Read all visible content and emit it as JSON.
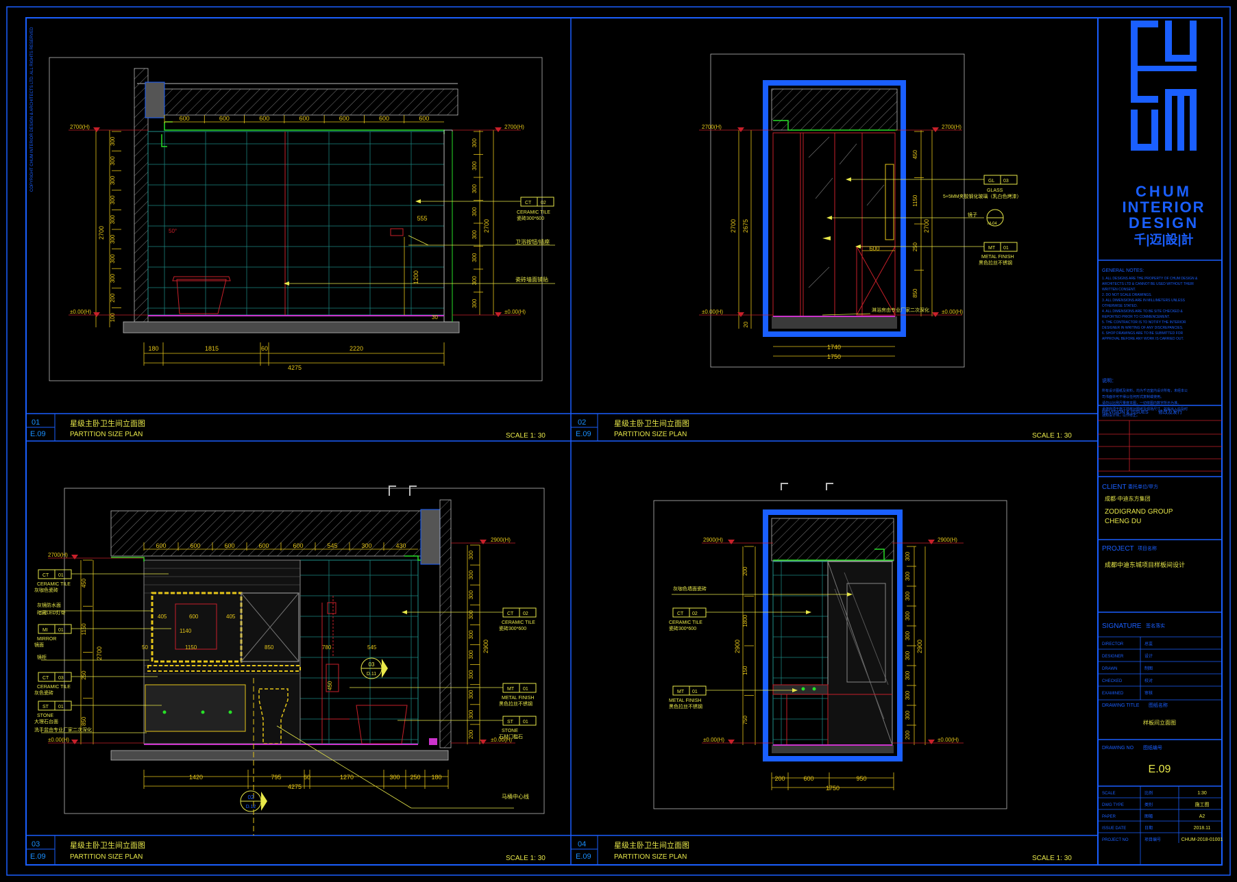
{
  "colors": {
    "frame": "#1a5fff",
    "dim": "#e6c619",
    "label": "#e8e84a",
    "hatch": "#8a8a8a",
    "tile": "#1f8f8a",
    "green": "#28e028",
    "red": "#c8202a",
    "magenta": "#cc33cc",
    "white": "#ffffff",
    "brand": "#1a5fff"
  },
  "copyright": "COPYRIGHT CHUM INTERIOR DESIGN & ARCHITECTS LTD. ALL RIGHTS RESERVED",
  "brand": {
    "logo_text": "CHUM",
    "line1": "CHUM",
    "line2": "INTERIOR",
    "line3": "DESIGN",
    "cn": "千|迈|設|計"
  },
  "notes": {
    "title": "GENERAL NOTES:",
    "lines": [
      "1. ALL DESIGNS ARE THE PROPERTY OF CHUM DESIGN &",
      "   ARCHITECTS LTD & CANNOT BE USED WITHOUT THEIR",
      "   WRITTEN CONSENT.",
      "2. DO NOT SCALE DRAWINGS.",
      "3. ALL DIMENSIONS ARE IN MILLIMETERS UNLESS",
      "   OTHERWISE STATED.",
      "4. ALL DIMENSIONS ARE TO BE SITE CHECKED &",
      "   REPORTED PRIOR TO COMMENCEMENT.",
      "5. THE CONTRACTOR IS TO NOTIFY THE INTERIOR",
      "   DESIGNER IN WRITING OF ANY DISCREPANCIES.",
      "6. SHOP DRAWINGS ARE TO BE SUBMITTED FOR",
      "   APPROVAL BEFORE ANY WORK IS CARRIED OUT."
    ],
    "cn_title": "说明：",
    "cn_lines": [
      "所有设计图纸及资料，均为千迈室内设计所有，未经本公",
      "司书面许可不得以任何形式复制或使用。",
      "请勿以比例尺量度本图，一切依图内数字所示为准。",
      "承建商须于施工前核对图纸及现场尺寸，如有出入应及时",
      "通知设计师，以作修正。"
    ]
  },
  "revision": {
    "label": "REVISION & ISSUES",
    "cn": "修改及发行"
  },
  "client": {
    "label": "CLIENT",
    "cn_label": "委托单位/甲方",
    "name_cn": "成都·中迪东方集团",
    "name1": "ZODIGRAND GROUP",
    "name2": "CHENG DU"
  },
  "project": {
    "label": "PROJECT",
    "cn_label": "项目名称",
    "name_cn": "成都中迪东城项目样板间设计"
  },
  "signature": {
    "label": "SIGNATURE",
    "cn_label": "签名落实",
    "rows": [
      {
        "en": "DIRECTOR",
        "cn": "总监"
      },
      {
        "en": "DESIGNER",
        "cn": "设计"
      },
      {
        "en": "DRAWN",
        "cn": "制图"
      },
      {
        "en": "CHECKED",
        "cn": "校对"
      },
      {
        "en": "EXAMINED",
        "cn": "审核"
      }
    ]
  },
  "drawing_title": {
    "label": "DRAWING TITLE",
    "cn_label": "图纸名称",
    "value": "样板间立面图"
  },
  "drawing_no": {
    "label": "DRAWING NO",
    "cn_label": "图纸编号",
    "value": "E.09"
  },
  "meta": [
    {
      "en": "SCALE",
      "cn": "比例",
      "value": "1:30"
    },
    {
      "en": "DWG TYPE",
      "cn": "类别",
      "value": "施工图"
    },
    {
      "en": "PAPER",
      "cn": "图幅",
      "value": "A2"
    },
    {
      "en": "ISSUE DATE",
      "cn": "日期",
      "value": "2018.11"
    },
    {
      "en": "PROJECT NO",
      "cn": "项目编号",
      "value": "CHUM-2018-01001"
    }
  ],
  "views": [
    {
      "num": "01",
      "ref": "E.09",
      "title_cn": "星级主卧卫生间立面图",
      "title_en": "PARTITION SIZE PLAN",
      "scale": "SCALE  1:  30"
    },
    {
      "num": "02",
      "ref": "E.09",
      "title_cn": "星级主卧卫生间立面图",
      "title_en": "PARTITION SIZE PLAN",
      "scale": "SCALE  1:  30"
    },
    {
      "num": "03",
      "ref": "E.09",
      "title_cn": "星级主卧卫生间立面图",
      "title_en": "PARTITION SIZE PLAN",
      "scale": "SCALE  1:  30"
    },
    {
      "num": "04",
      "ref": "E.09",
      "title_cn": "星级主卧卫生间立面图",
      "title_en": "PARTITION SIZE PLAN",
      "scale": "SCALE  1:  30"
    }
  ],
  "v1": {
    "top_dims": [
      "600",
      "600",
      "600",
      "600",
      "600",
      "600",
      "600"
    ],
    "left_dims": [
      "300",
      "300",
      "300",
      "300",
      "300",
      "300",
      "300",
      "300",
      "200",
      "100"
    ],
    "left_total": "2700",
    "right_dims": [
      "300",
      "300",
      "300",
      "300",
      "300",
      "300",
      "300",
      "300"
    ],
    "right_total": "2700",
    "lvl_top": "2700(H)",
    "lvl_bot": "±0.00(H)",
    "lvl_top_r": "2700(H)",
    "lvl_bot_r": "±0.00(H)",
    "bottom_dims": [
      "180",
      "1815",
      "60",
      "2220"
    ],
    "bottom_total": "4275",
    "dim_555": "555",
    "dim_1200": "1200",
    "dim_30": "30",
    "tag_ct": "CT",
    "tag_ct_n": "02",
    "ct_label1": "CERAMIC TILE",
    "ct_label2": "瓷砖300*600",
    "note1": "卫浴按钮/插座",
    "note2": "瓷砖墙面铺贴",
    "small_mark": "50°"
  },
  "v2": {
    "lvl_top": "2700(H)",
    "lvl_bot": "±0.00(H)",
    "lvl_top_r": "2700(H)",
    "lvl_bot_r": "±0.00(H)",
    "left_dims": [
      "2700",
      "2675",
      "20"
    ],
    "right_dims": [
      "450",
      "1150",
      "250",
      "850"
    ],
    "right_total": "2700",
    "bottom_dims": [
      "1740"
    ],
    "bottom_total": "1750",
    "dim_600": "600",
    "tag_gl": "GL",
    "tag_gl_n": "03",
    "gl_label": "GLASS",
    "gl_note": "5+5MM夹胶钢化玻璃（乳白色烤漆）",
    "mirror_label": "镜子",
    "mirror_tag": "M-04",
    "tag_mt": "MT",
    "tag_mt_n": "01",
    "mt_label": "METAL FINISH",
    "mt_note": "黑色拉丝不锈钢",
    "note_bottom": "淋浴房由专业厂家二次深化"
  },
  "v3": {
    "top_dims": [
      "600",
      "600",
      "600",
      "600",
      "600",
      "545",
      "300",
      "430"
    ],
    "left_dims": [
      "450",
      "1150",
      "250",
      "850"
    ],
    "left_total": "2700",
    "right_dims": [
      "300",
      "300",
      "300",
      "300",
      "300",
      "300",
      "300",
      "300",
      "300",
      "200"
    ],
    "right_total": "2900",
    "lvl_top": "2700(H)",
    "lvl_bot": "±0.00(H)",
    "lvl_top_r": "2900(H)",
    "lvl_bot_r": "±0.00(H)",
    "bottom_dims": [
      "1420",
      "795",
      "60",
      "1270",
      "300",
      "250",
      "180"
    ],
    "bottom_total": "4275",
    "inner": [
      "405",
      "600",
      "405",
      "1140",
      "1150",
      "850",
      "780",
      "545",
      "450",
      "50"
    ],
    "left_tags": [
      {
        "tag": "CT",
        "n": "01",
        "l1": "CERAMIC TILE",
        "l2": "灰咖色瓷砖"
      },
      {
        "tag": "MI",
        "n": "01",
        "l1": "MIRROR",
        "l2": "镜面"
      },
      {
        "tag": "CT",
        "n": "03",
        "l1": "CERAMIC TILE",
        "l2": "灰色瓷砖"
      },
      {
        "tag": "ST",
        "n": "01",
        "l1": "STONE",
        "l2": "大理石台面"
      }
    ],
    "left_notes": [
      "灰镜防水面",
      "暗藏LED灯带",
      "镜柜",
      "洗手盆由专业厂家二次深化"
    ],
    "right_tags": [
      {
        "tag": "CT",
        "n": "02",
        "l1": "CERAMIC TILE",
        "l2": "瓷砖300*600"
      },
      {
        "tag": "MT",
        "n": "01",
        "l1": "METAL FINISH",
        "l2": "黑色拉丝不锈钢"
      },
      {
        "tag": "ST",
        "n": "01",
        "l1": "STONE",
        "l2": "石材门槛石"
      }
    ],
    "sec_a_top": "03",
    "sec_a_bot": "D.11",
    "sec_b_top": "02",
    "sec_b_bot": "D.12",
    "center_note": "马桶中心线"
  },
  "v4": {
    "lvl_top": "2900(H)",
    "lvl_bot": "±0.00(H)",
    "lvl_top_r": "2900(H)",
    "lvl_bot_r": "±0.00(H)",
    "left_dims": [
      "200",
      "1800",
      "150",
      "750"
    ],
    "left_total": "2900",
    "right_dims": [
      "300",
      "300",
      "300",
      "300",
      "300",
      "300",
      "300",
      "300",
      "300",
      "200"
    ],
    "right_total": "2900",
    "bottom_dims": [
      "200",
      "600",
      "950"
    ],
    "bottom_total": "1750",
    "note_top": "灰咖色墙面瓷砖",
    "tag_ct": "CT",
    "tag_ct_n": "02",
    "ct_l1": "CERAMIC TILE",
    "ct_l2": "瓷砖300*600",
    "tag_mt": "MT",
    "tag_mt_n": "01",
    "mt_l1": "METAL FINISH",
    "mt_l2": "黑色拉丝不锈钢"
  }
}
